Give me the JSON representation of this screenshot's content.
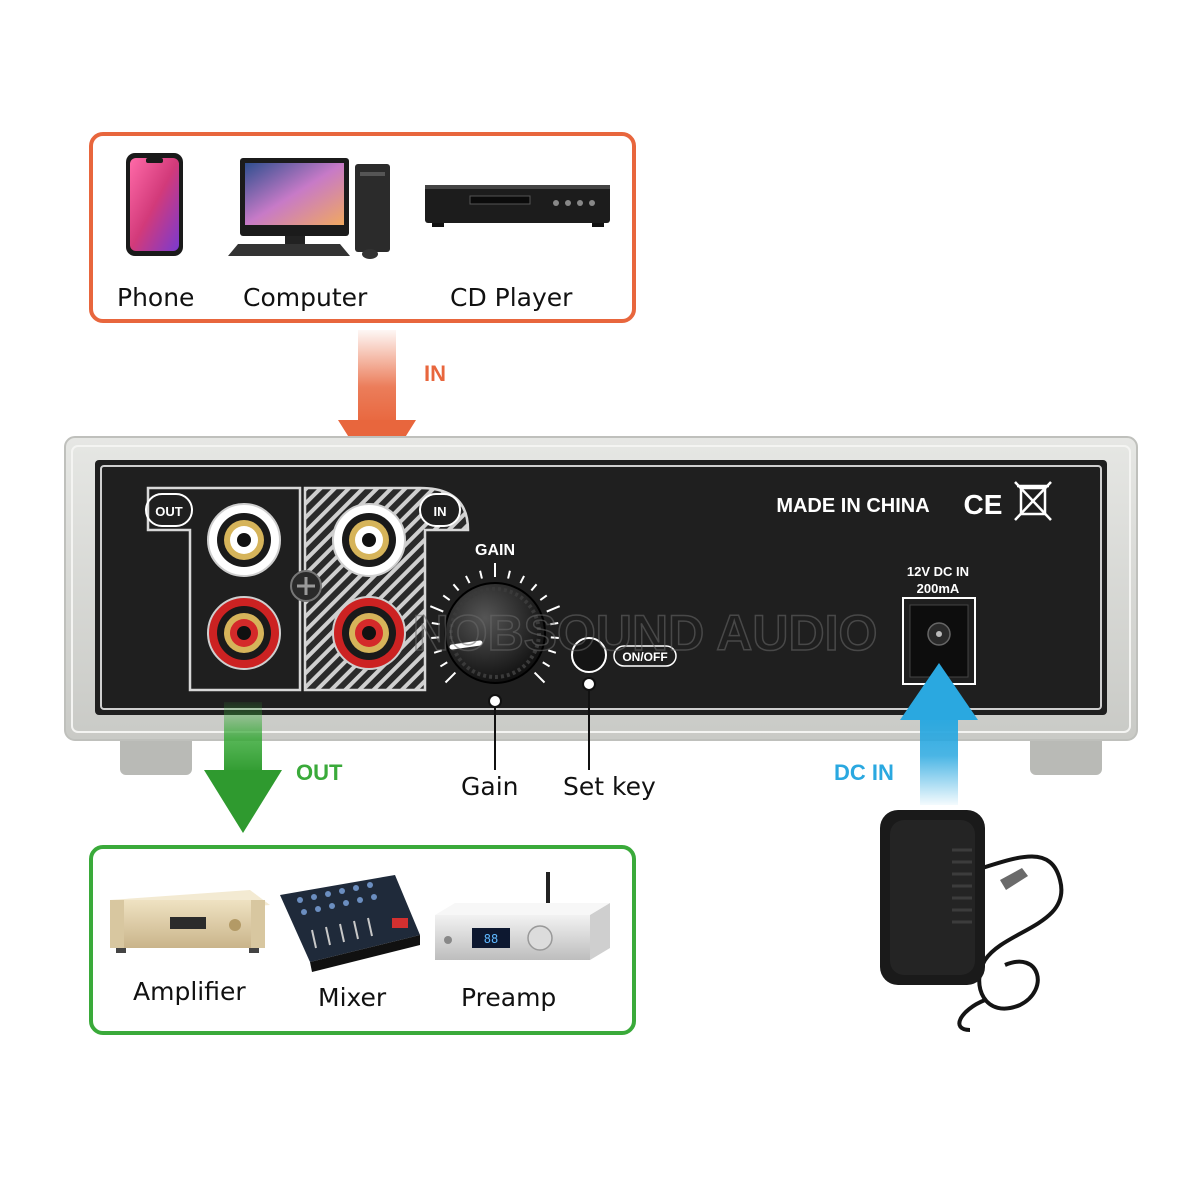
{
  "sources": {
    "items": [
      {
        "label": "Phone",
        "icon": "phone-icon"
      },
      {
        "label": "Computer",
        "icon": "computer-icon"
      },
      {
        "label": "CD Player",
        "icon": "cd-player-icon"
      }
    ]
  },
  "destinations": {
    "items": [
      {
        "label": "Amplifier",
        "icon": "amplifier-icon"
      },
      {
        "label": "Mixer",
        "icon": "mixer-icon"
      },
      {
        "label": "Preamp",
        "icon": "preamp-icon"
      }
    ]
  },
  "arrows": {
    "in_label": "IN",
    "out_label": "OUT",
    "dc_label": "DC IN"
  },
  "panel": {
    "out_badge": "OUT",
    "in_badge": "IN",
    "made_in": "MADE IN CHINA",
    "ce_mark": "CE",
    "gain_label": "GAIN",
    "power_line1": "12V DC IN",
    "power_line2": "200mA",
    "switch_label": "ON/OFF",
    "watermark": "NOBSOUND AUDIO"
  },
  "callouts": {
    "gain": "Gain",
    "set_key": "Set key"
  },
  "colors": {
    "in_accent": "#e8663d",
    "out_accent": "#3aaa3a",
    "dc_accent": "#2aa8e0",
    "panel": "#1f1f1f",
    "chassis": "#d9dad6"
  }
}
